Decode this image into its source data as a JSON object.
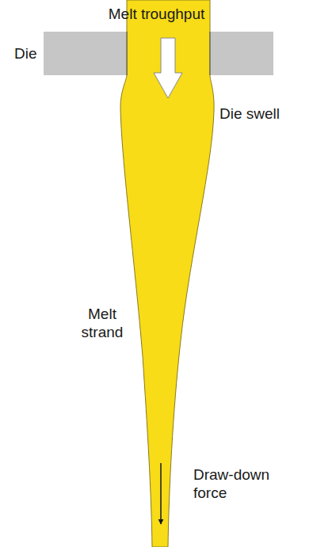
{
  "diagram": {
    "labels": [
      "Melt troughput",
      "Die",
      "Die swell",
      "Melt strand",
      "Draw-down force"
    ]
  }
}
